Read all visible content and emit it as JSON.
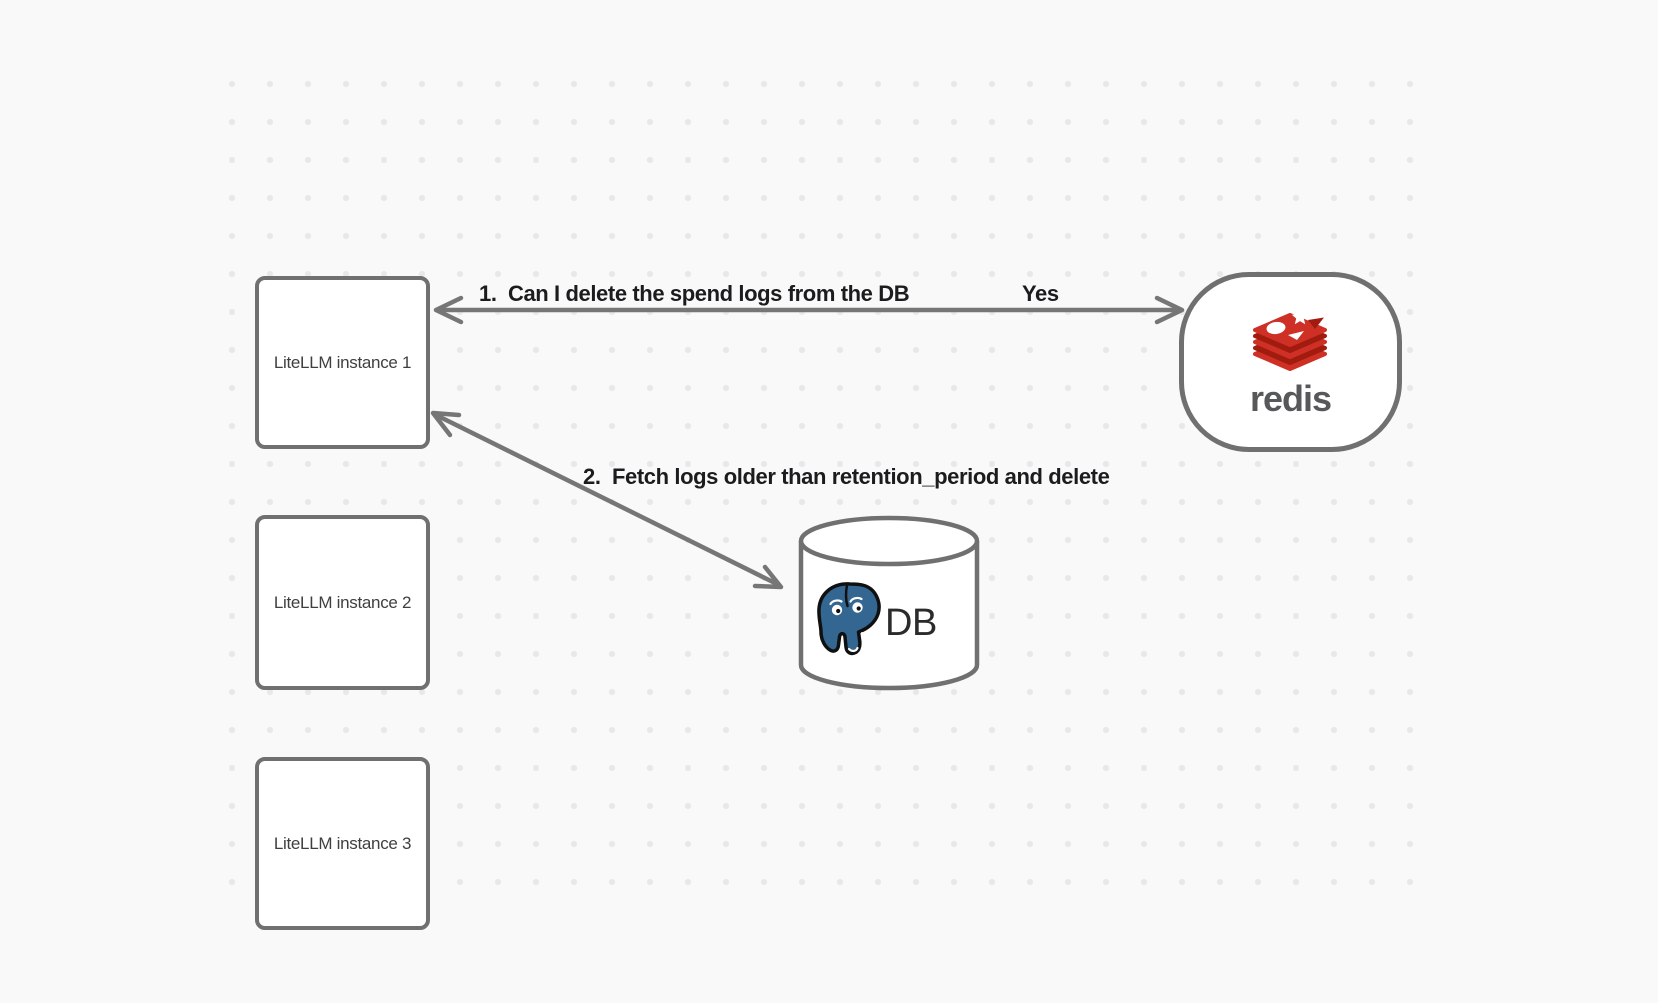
{
  "diagram": {
    "background": "#f9f9f9",
    "dot_color": "#e8e8e8",
    "node_stroke_color": "#707070",
    "arrow_color": "#767676",
    "instances": [
      {
        "label": "LiteLLM instance 1"
      },
      {
        "label": "LiteLLM instance 2"
      },
      {
        "label": "LiteLLM instance 3"
      }
    ],
    "redis_node": {
      "wordmark": "redis",
      "icon": "redis-logo",
      "logo_red": "#ce3025",
      "logo_dark_red": "#a11b0f",
      "wordmark_color": "#57585a"
    },
    "db_node": {
      "label": "DB",
      "icon": "postgresql-elephant",
      "postgres_blue": "#336791"
    },
    "flow_labels": {
      "step1": "1.  Can I delete the spend logs from the DB",
      "step1_response": "Yes",
      "step2": "2.  Fetch logs older than retention_period and delete"
    }
  }
}
